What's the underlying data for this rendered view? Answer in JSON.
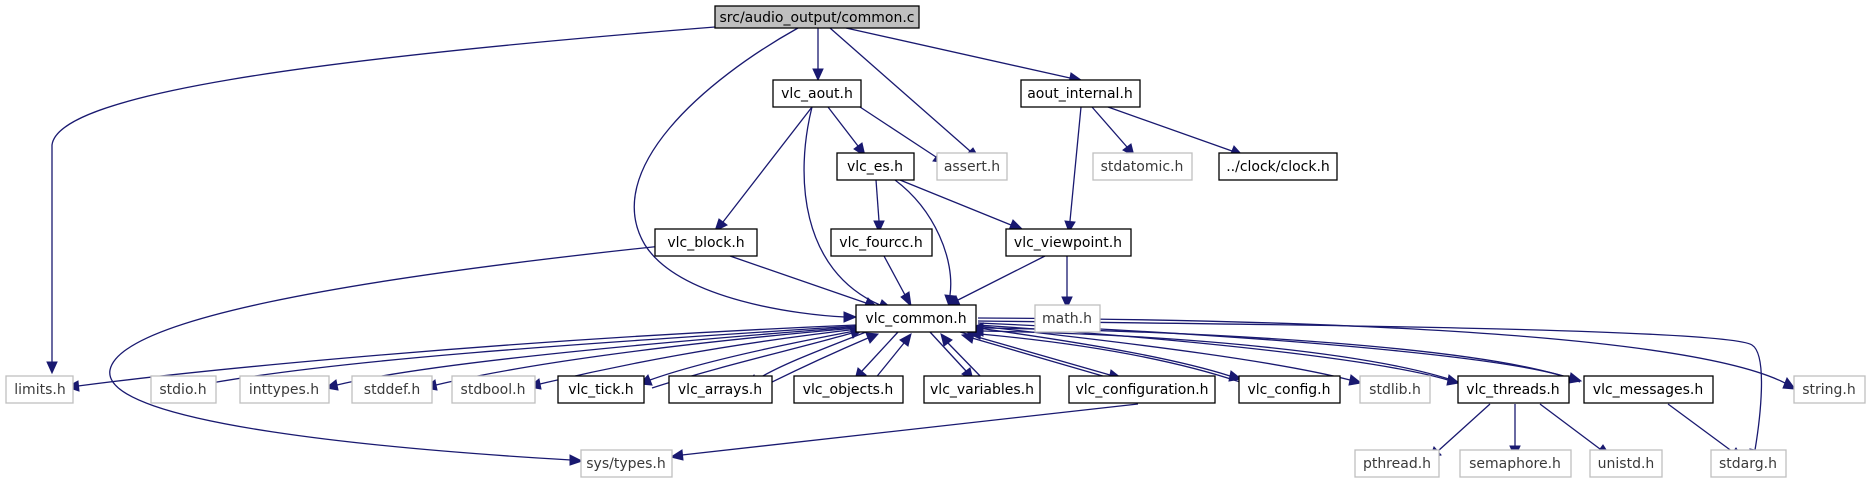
{
  "graph": {
    "root": "src/audio_output/common.c",
    "nodes": {
      "common_c": "src/audio_output/common.c",
      "vlc_aout": "vlc_aout.h",
      "aout_internal": "aout_internal.h",
      "assert": "assert.h",
      "vlc_es": "vlc_es.h",
      "stdatomic": "stdatomic.h",
      "clock": "../clock/clock.h",
      "vlc_block": "vlc_block.h",
      "vlc_fourcc": "vlc_fourcc.h",
      "vlc_viewpoint": "vlc_viewpoint.h",
      "vlc_common": "vlc_common.h",
      "math": "math.h",
      "limits": "limits.h",
      "stdio": "stdio.h",
      "inttypes": "inttypes.h",
      "stddef": "stddef.h",
      "stdbool": "stdbool.h",
      "vlc_tick": "vlc_tick.h",
      "vlc_arrays": "vlc_arrays.h",
      "vlc_objects": "vlc_objects.h",
      "vlc_variables": "vlc_variables.h",
      "vlc_configuration": "vlc_configuration.h",
      "vlc_config": "vlc_config.h",
      "stdlib": "stdlib.h",
      "vlc_threads": "vlc_threads.h",
      "vlc_messages": "vlc_messages.h",
      "string": "string.h",
      "sys_types": "sys/types.h",
      "pthread": "pthread.h",
      "semaphore": "semaphore.h",
      "unistd": "unistd.h",
      "stdarg": "stdarg.h"
    },
    "colors": {
      "edge": "#191970",
      "root_fill": "#bfbfbf",
      "documented_border": "#000000",
      "system_border": "#bfbfbf"
    }
  }
}
